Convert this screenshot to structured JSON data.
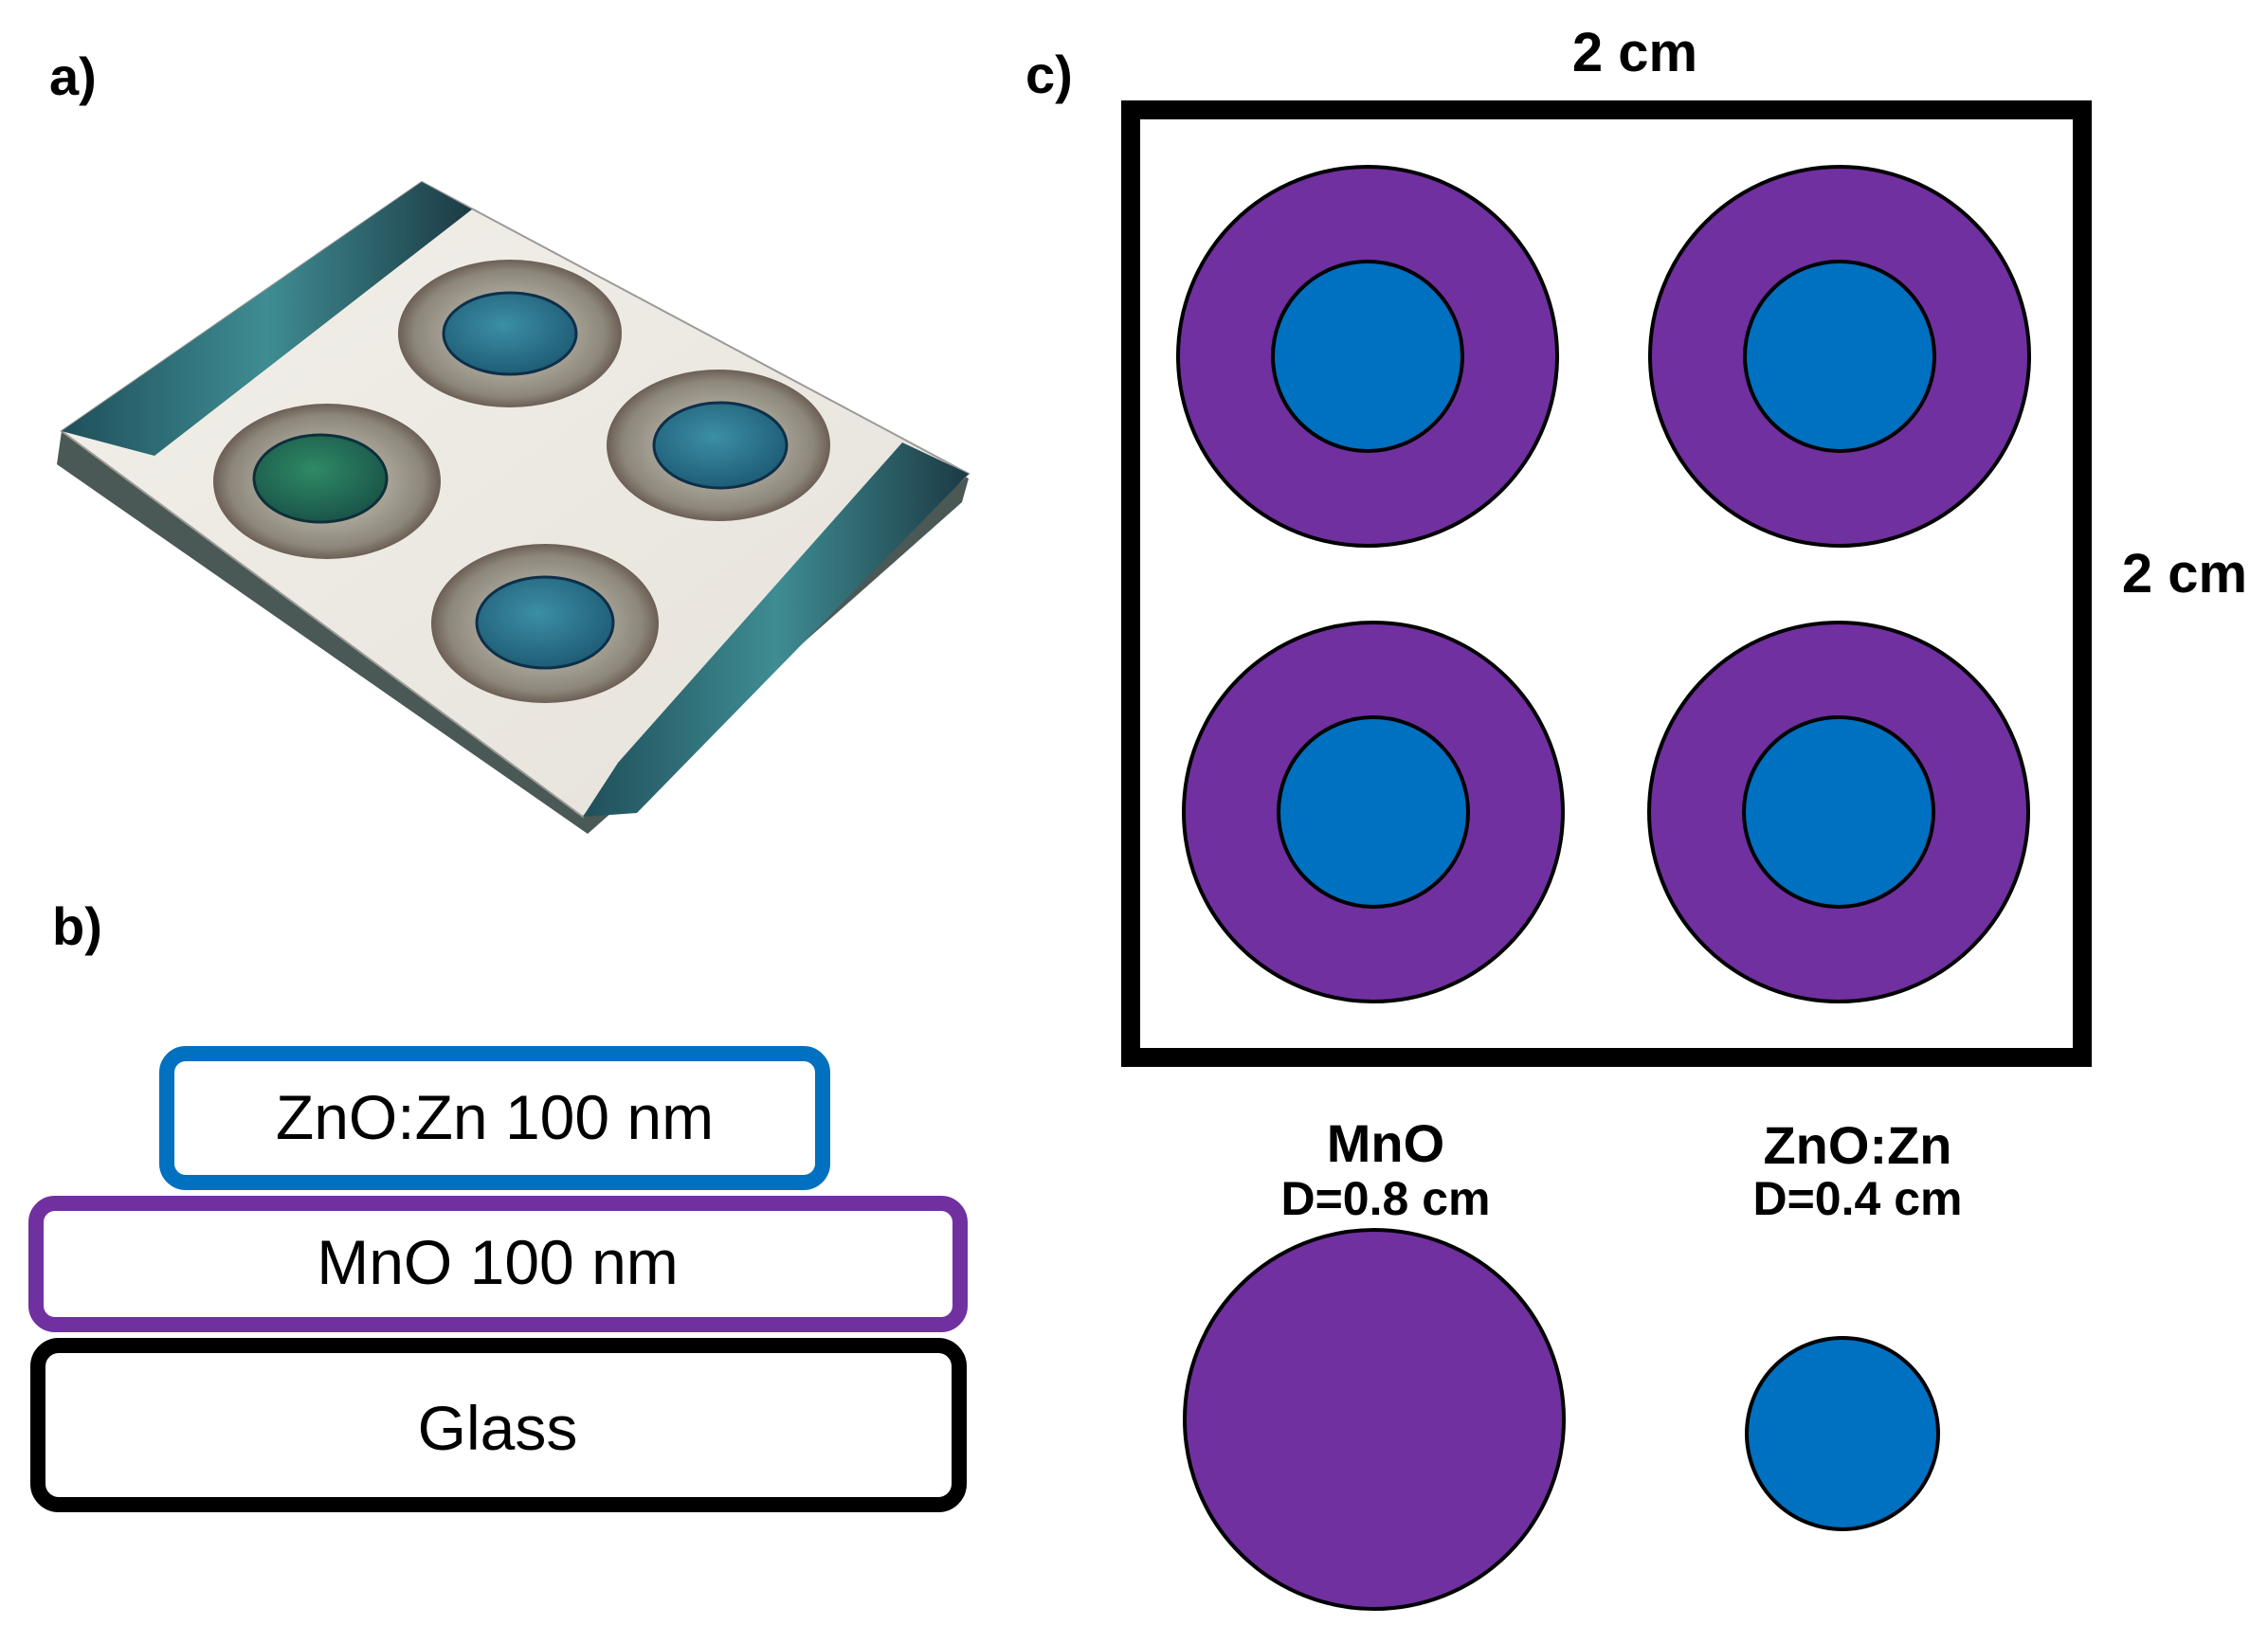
{
  "panels": {
    "a": "a)",
    "b": "b)",
    "c": "c)"
  },
  "colors": {
    "mno": "#7030a0",
    "zno": "#0070c0",
    "glass": "#000000",
    "stack_zno_border": "#0070c0",
    "stack_mno_border": "#7030a0"
  },
  "layer_stack": {
    "zno_label": "ZnO:Zn 100 nm",
    "mno_label": "MnO 100 nm",
    "glass_label": "Glass"
  },
  "layout_diagram": {
    "width_label": "2 cm",
    "height_label": "2 cm",
    "cells": [
      "top-left",
      "top-right",
      "bottom-left",
      "bottom-right"
    ]
  },
  "legend": {
    "mno_name": "MnO",
    "mno_diameter": "D=0.8 cm",
    "zno_name": "ZnO:Zn",
    "zno_diameter": "D=0.4 cm"
  }
}
